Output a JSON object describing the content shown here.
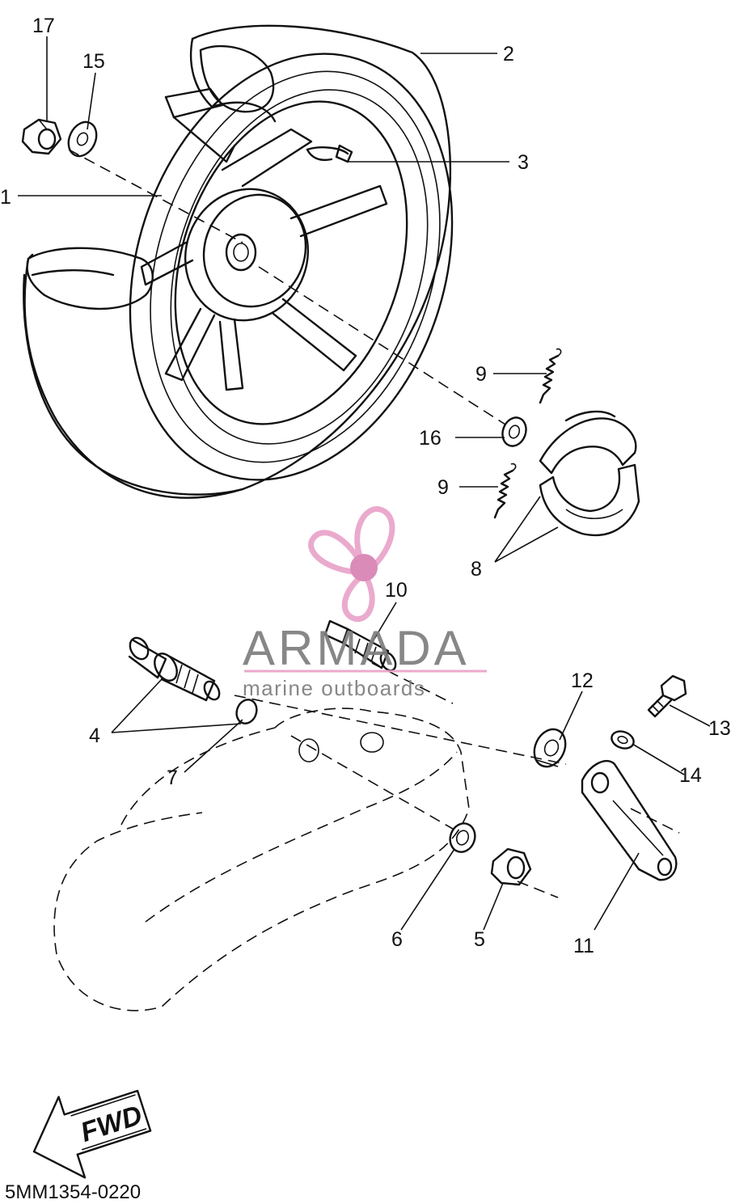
{
  "watermark": {
    "brand": "ARMADA",
    "tagline": "marine outboards",
    "color_text": "#7d7d7d",
    "color_logo": "#e9a3c9",
    "color_logo_dark": "#d782b2",
    "color_line": "#e9a3c9"
  },
  "diagram_code": "5MM1354-0220",
  "fwd_arrow": {
    "label": "FWD"
  },
  "callouts": [
    "1",
    "2",
    "3",
    "4",
    "5",
    "6",
    "7",
    "8",
    "9",
    "9",
    "10",
    "11",
    "12",
    "13",
    "14",
    "15",
    "16",
    "17"
  ]
}
